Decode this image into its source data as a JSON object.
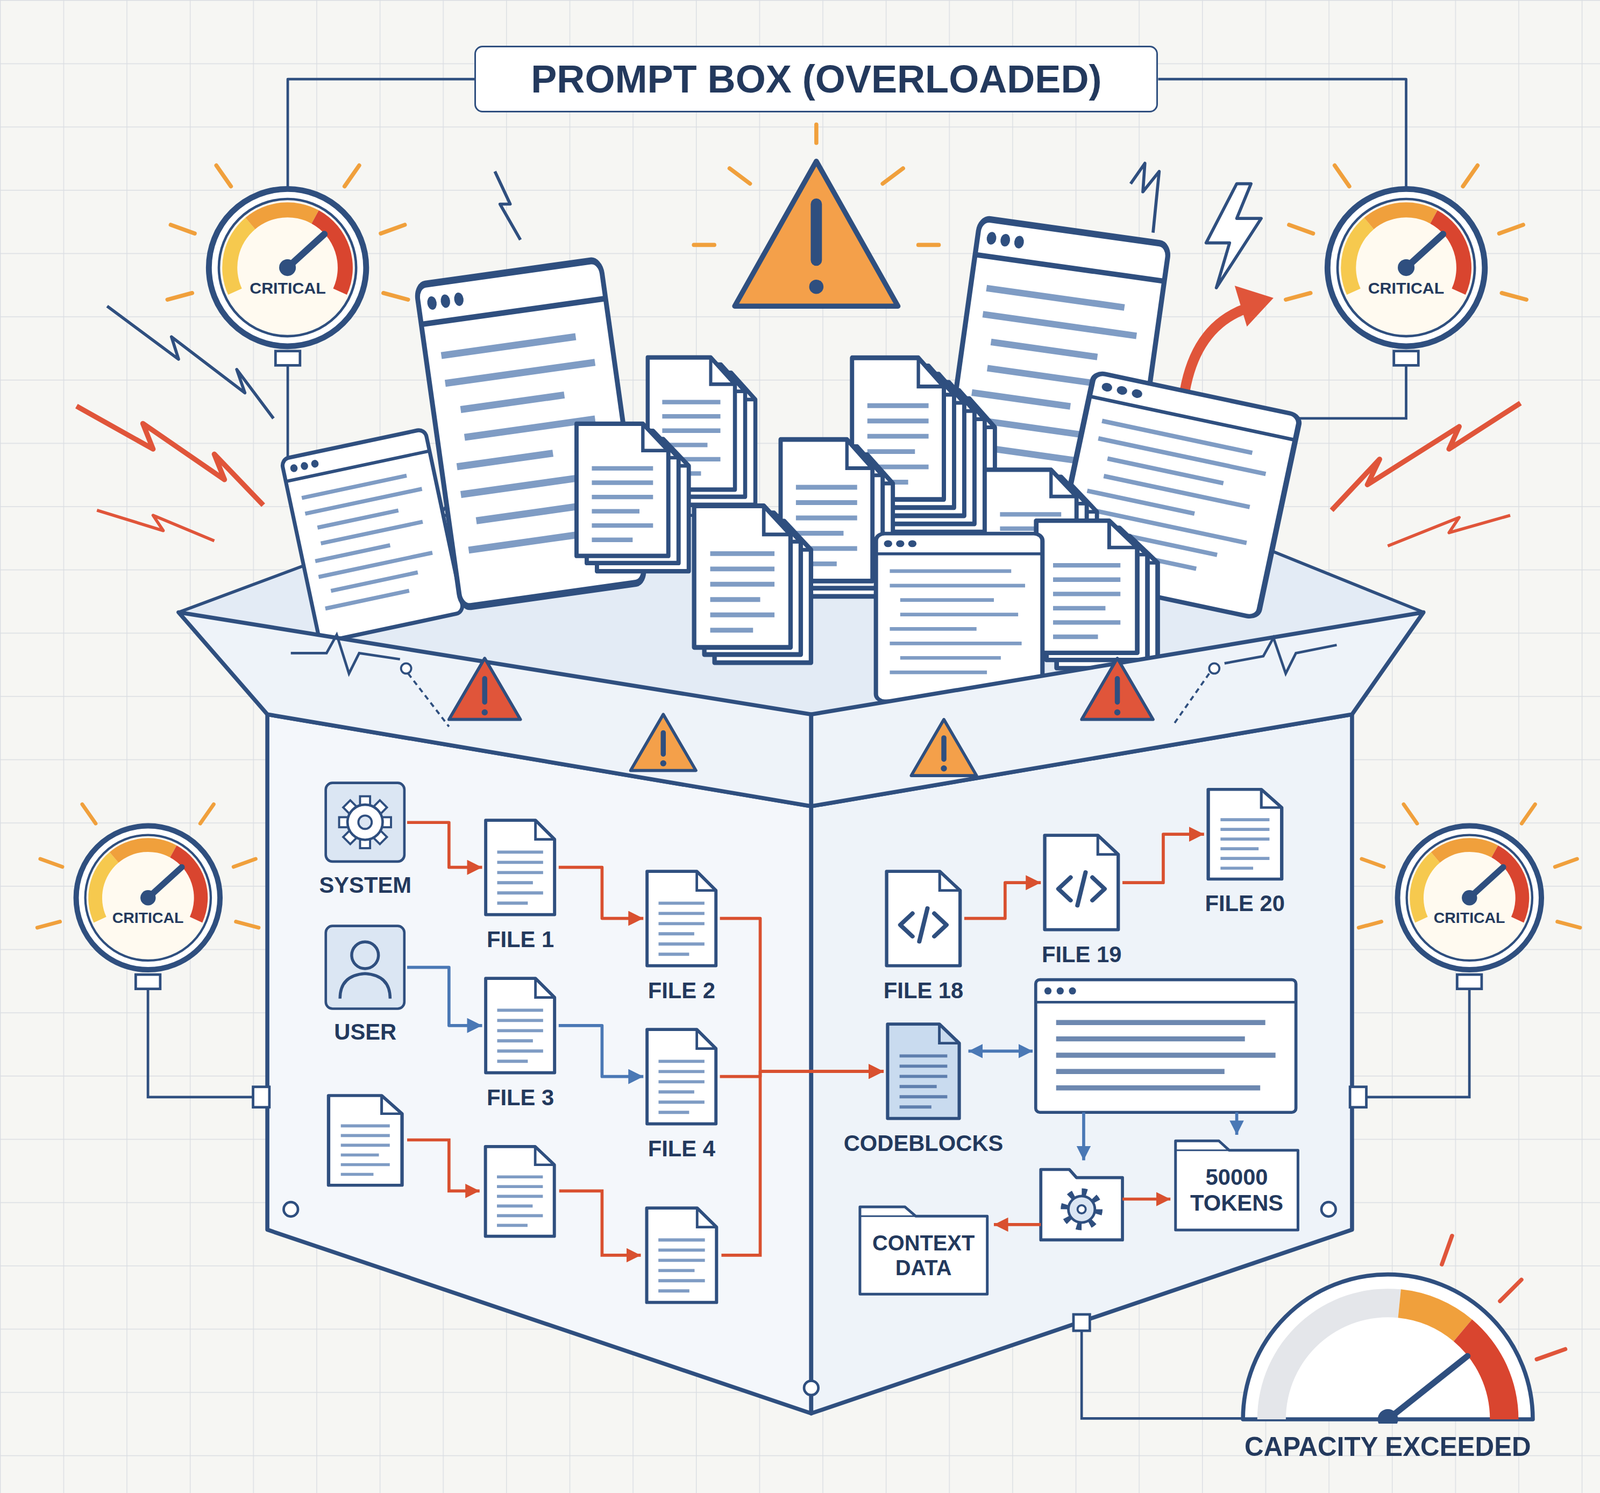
{
  "diagram": {
    "nodes": [
      {
        "text": [
          "PROMPT BOX (OVERLOADED)"
        ]
      },
      {
        "text": [
          "CRITICAL"
        ]
      },
      {
        "text": [
          "CRITICAL"
        ]
      },
      {
        "text": [
          "CRITICAL"
        ]
      },
      {
        "text": [
          "SYSTEM"
        ]
      },
      {
        "text": [
          "FILE 1"
        ]
      },
      {
        "text": [
          "FILE 2"
        ]
      },
      {
        "text": [
          "USER"
        ]
      },
      {
        "text": [
          "FILE 3"
        ]
      },
      {
        "text": [
          "FILE 4"
        ]
      },
      {
        "text": [
          "FILE 18"
        ]
      },
      {
        "text": [
          "FILE 19"
        ]
      },
      {
        "text": [
          "FILE 20"
        ]
      },
      {
        "text": [
          "CODEBLOCKS"
        ]
      },
      {
        "text": [
          "50000 TOKENS"
        ]
      },
      {
        "text": [
          "CONTEXT DATA"
        ]
      },
      {
        "text": [
          "CRITICAL"
        ]
      },
      {
        "text": [
          "CAPACITY EXCEEDED"
        ]
      }
    ],
    "edges": [
      {
        "from": 0,
        "to": 1,
        "arrow": "none"
      },
      {
        "from": 0,
        "to": 2,
        "arrow": "none"
      },
      {
        "from": 4,
        "to": 5,
        "arrow": "to"
      },
      {
        "from": 7,
        "to": 8,
        "arrow": "to"
      },
      {
        "from": 5,
        "to": 6,
        "arrow": "to"
      },
      {
        "from": 8,
        "to": 9,
        "arrow": "to"
      },
      {
        "from": 6,
        "to": 13,
        "arrow": "to"
      },
      {
        "from": 9,
        "to": 13,
        "arrow": "to"
      },
      {
        "from": 10,
        "to": 11,
        "arrow": "to"
      },
      {
        "from": 11,
        "to": 12,
        "arrow": "to"
      }
    ]
  }
}
